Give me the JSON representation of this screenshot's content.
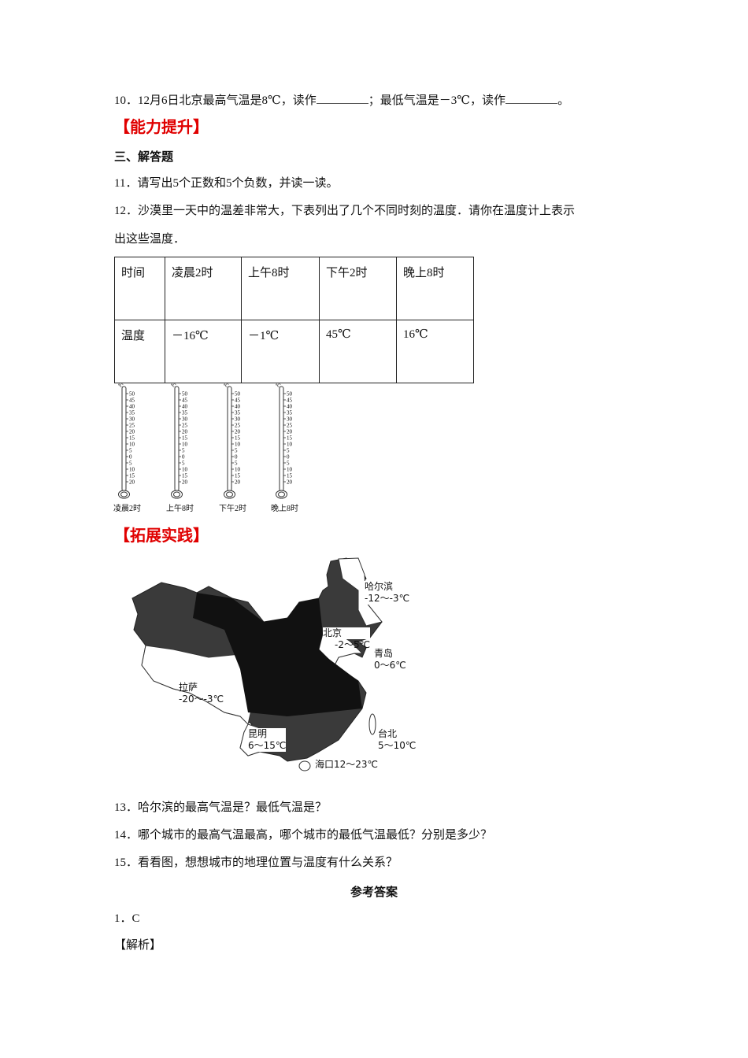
{
  "q10": {
    "pre": "10．12月6日北京最高气温是8℃，读作",
    "mid": "；最低气温是－3℃，读作",
    "end": "。"
  },
  "section_ability": "【能力提升】",
  "section_three": "三、解答题",
  "q11": "11．请写出5个正数和5个负数，并读一读。",
  "q12_line1": "12．沙漠里一天中的温差非常大，下表列出了几个不同时刻的温度．请你在温度计上表示",
  "q12_line2": "出这些温度．",
  "table": {
    "rows": [
      [
        "时间",
        "凌晨2时",
        "上午8时",
        "下午2时",
        "晚上8时"
      ],
      [
        "温度",
        "－16℃",
        "－1℃",
        "45℃",
        "16℃"
      ]
    ]
  },
  "thermometers": {
    "unit": "℃",
    "ticks": [
      "50",
      "45",
      "40",
      "35",
      "30",
      "25",
      "20",
      "15",
      "10",
      "5",
      "0",
      "5",
      "10",
      "15",
      "20"
    ],
    "labels": [
      "凌晨2时",
      "上午8时",
      "下午2时",
      "晚上8时"
    ]
  },
  "section_practice": "【拓展实践】",
  "map": {
    "cities": [
      {
        "name": "哈尔滨",
        "range": "-12～-3℃"
      },
      {
        "name": "北京",
        "range": "-2～5℃"
      },
      {
        "name": "青岛",
        "range": "0～6℃"
      },
      {
        "name": "拉萨",
        "range": "-20～-3℃"
      },
      {
        "name": "昆明",
        "range": "6～15℃"
      },
      {
        "name": "台北",
        "range": "5～10℃"
      },
      {
        "name": "海口",
        "range": "12～23℃"
      }
    ]
  },
  "q13": "13．哈尔滨的最高气温是？最低气温是？",
  "q14": "14．哪个城市的最高气温最高，哪个城市的最低气温最低？分别是多少？",
  "q15": "15．看看图，想想城市的地理位置与温度有什么关系？",
  "answers_title": "参考答案",
  "a1": "1．C",
  "analysis": "【解析】"
}
